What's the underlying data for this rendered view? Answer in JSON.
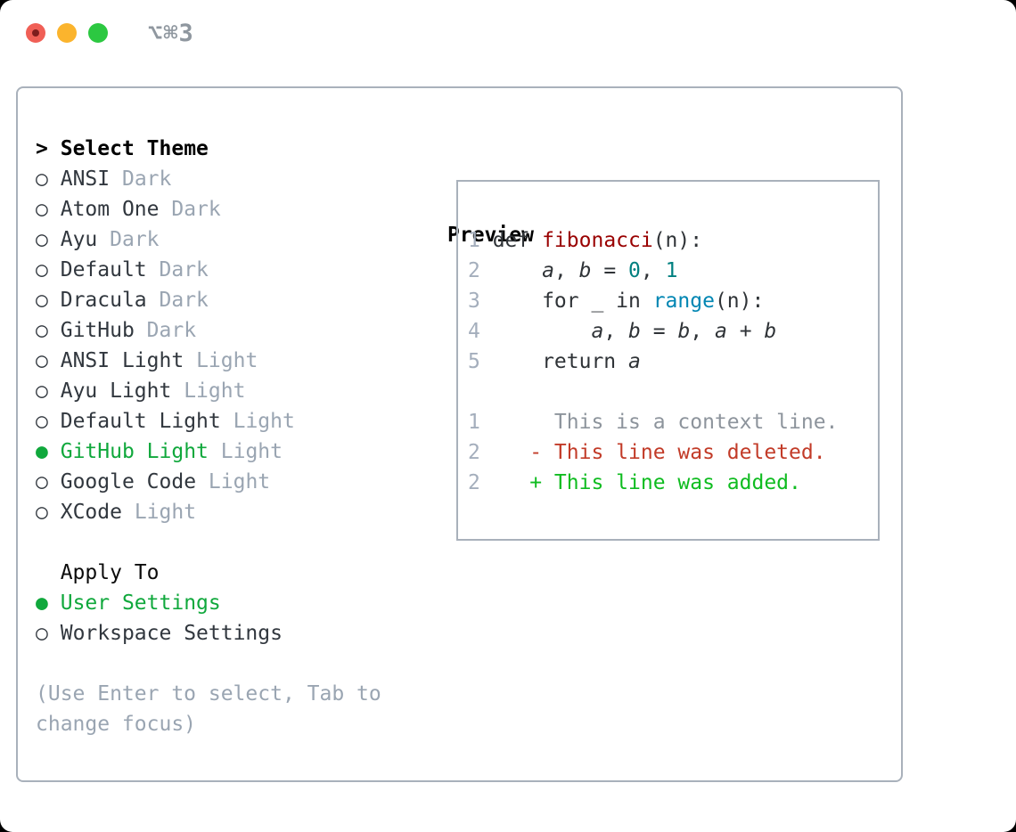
{
  "window": {
    "shortcut_label": "⌥⌘3"
  },
  "theme_picker": {
    "prompt": ">",
    "title": "Select Theme",
    "radio_unselected_icon": "○",
    "radio_selected_icon": "●",
    "items": [
      {
        "name": "ANSI",
        "variant": "Dark",
        "selected": false
      },
      {
        "name": "Atom One",
        "variant": "Dark",
        "selected": false
      },
      {
        "name": "Ayu",
        "variant": "Dark",
        "selected": false
      },
      {
        "name": "Default",
        "variant": "Dark",
        "selected": false
      },
      {
        "name": "Dracula",
        "variant": "Dark",
        "selected": false
      },
      {
        "name": "GitHub",
        "variant": "Dark",
        "selected": false
      },
      {
        "name": "ANSI Light",
        "variant": "Light",
        "selected": false
      },
      {
        "name": "Ayu Light",
        "variant": "Light",
        "selected": false
      },
      {
        "name": "Default Light",
        "variant": "Light",
        "selected": false
      },
      {
        "name": "GitHub Light",
        "variant": "Light",
        "selected": true
      },
      {
        "name": "Google Code",
        "variant": "Light",
        "selected": false
      },
      {
        "name": "XCode",
        "variant": "Light",
        "selected": false
      }
    ],
    "apply_to": {
      "title": "Apply To",
      "options": [
        {
          "label": "User Settings",
          "selected": true
        },
        {
          "label": "Workspace Settings",
          "selected": false
        }
      ]
    },
    "hint": "(Use Enter to select, Tab to change focus)"
  },
  "preview": {
    "title": "Preview",
    "lines": [
      {
        "num": "",
        "segments": []
      },
      {
        "num": "1",
        "segments": [
          [
            "def ",
            "code"
          ],
          [
            "fibonacci",
            "fn"
          ],
          [
            "(n):",
            "code"
          ]
        ]
      },
      {
        "num": "2",
        "segments": [
          [
            "    ",
            "code"
          ],
          [
            "a",
            "var"
          ],
          [
            ", ",
            "code"
          ],
          [
            "b",
            "var"
          ],
          [
            " = ",
            "code"
          ],
          [
            "0",
            "num"
          ],
          [
            ", ",
            "code"
          ],
          [
            "1",
            "num"
          ]
        ]
      },
      {
        "num": "3",
        "segments": [
          [
            "    for _ in ",
            "code"
          ],
          [
            "range",
            "builtin"
          ],
          [
            "(n):",
            "code"
          ]
        ]
      },
      {
        "num": "4",
        "segments": [
          [
            "        ",
            "code"
          ],
          [
            "a",
            "var"
          ],
          [
            ", ",
            "code"
          ],
          [
            "b",
            "var"
          ],
          [
            " = ",
            "code"
          ],
          [
            "b",
            "var"
          ],
          [
            ", ",
            "code"
          ],
          [
            "a",
            "var"
          ],
          [
            " + ",
            "code"
          ],
          [
            "b",
            "var"
          ]
        ]
      },
      {
        "num": "5",
        "segments": [
          [
            "    return ",
            "code"
          ],
          [
            "a",
            "var"
          ]
        ]
      },
      {
        "num": "",
        "segments": []
      },
      {
        "num": "1",
        "segments": [
          [
            "     This is a context line.",
            "ctx"
          ]
        ]
      },
      {
        "num": "2",
        "segments": [
          [
            "   - This line was deleted.",
            "del"
          ]
        ]
      },
      {
        "num": "2",
        "segments": [
          [
            "   + This line was added.",
            "add"
          ]
        ]
      }
    ]
  },
  "colors": {
    "border": "#a9b1bb",
    "text": "#31373e",
    "muted": "#9aa5b2",
    "accent-green": "#10a83c",
    "line-number": "#a4aebc",
    "code-text": "#2f3337",
    "code-fn": "#990000",
    "code-number": "#008080",
    "code-builtin": "#0086b3",
    "diff-ctx": "#8d949c",
    "diff-del": "#c23b28",
    "diff-add": "#0fbc20",
    "shortcut-gray": "#8f979f",
    "traffic-red": "#f05f56",
    "traffic-red-dot": "#7e1d1d",
    "traffic-yellow": "#fbb42d",
    "traffic-green": "#2cc841"
  }
}
